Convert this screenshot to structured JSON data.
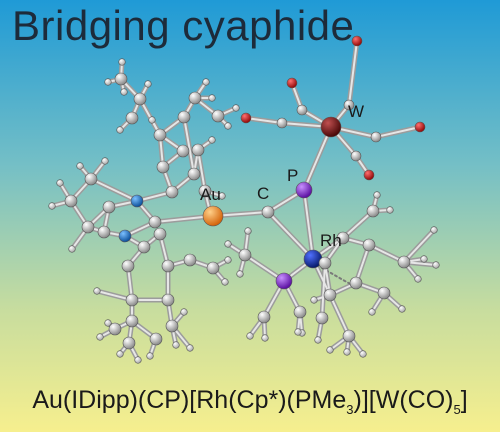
{
  "title": "Bridging cyaphide",
  "formula": {
    "part1": "Au(IDipp)(CP)[Rh(Cp*)(PMe",
    "sub1": "3",
    "part2": ")][W(CO)",
    "sub2": "5",
    "part3": "]"
  },
  "atom_labels": {
    "au": "Au",
    "c": "C",
    "p": "P",
    "w": "W",
    "rh": "Rh"
  },
  "colors": {
    "au": "#f08c1e",
    "p": "#7d1fd0",
    "w": "#7a1414",
    "rh": "#102aa8",
    "n": "#1a78d6",
    "o": "#cc1111",
    "c": "#d8d8d8",
    "h": "#f2f2f2",
    "bond": "#b4b4b4"
  }
}
